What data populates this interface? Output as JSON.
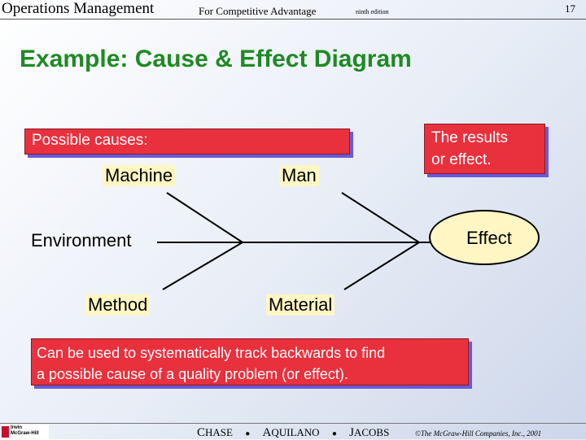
{
  "header": {
    "book_title": "Operations Management",
    "subtitle": "For Competitive Advantage",
    "edition": "ninth edition",
    "page_number": "17"
  },
  "slide": {
    "title": "Example: Cause & Effect Diagram"
  },
  "diagram": {
    "possible_causes_label": "Possible causes:",
    "results_label_line1": "The results",
    "results_label_line2": "or effect.",
    "causes": {
      "machine": "Machine",
      "man": "Man",
      "environment": "Environment",
      "method": "Method",
      "material": "Material"
    },
    "effect": "Effect",
    "note_line1": "Can be used to systematically track backwards to find",
    "note_line2": "a possible cause of a quality problem (or effect)."
  },
  "footer": {
    "logo_line1": "Irwin",
    "logo_line2": "McGraw-Hill",
    "author1_initial": "C",
    "author1_rest": "HASE",
    "author2_initial": "A",
    "author2_rest": "QUILANO",
    "author3_initial": "J",
    "author3_rest": "ACOBS",
    "separator": "●",
    "copyright": "©The McGraw-Hill Companies, Inc., 2001"
  },
  "colors": {
    "title_green": "#1e8a24",
    "callout_red": "#e9303d",
    "callout_shadow": "#6a5ad8",
    "cause_fill": "#fff6c4"
  }
}
